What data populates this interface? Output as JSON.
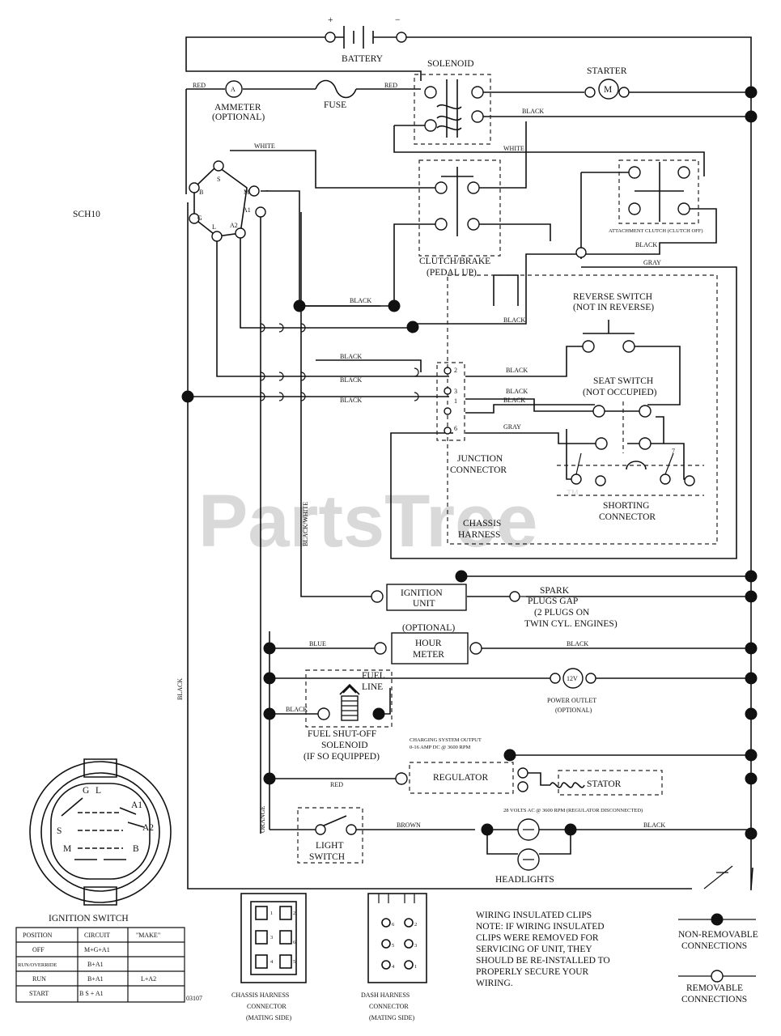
{
  "diagram_id": "SCH10",
  "watermark": "PartsTree",
  "watermark_tm": "TM",
  "battery": {
    "label": "BATTERY",
    "plus": "+",
    "minus": "−"
  },
  "solenoid": "SOLENOID",
  "starter": {
    "label": "STARTER",
    "mark": "M"
  },
  "ammeter": {
    "label": "AMMETER",
    "optional": "(OPTIONAL)",
    "mark": "A"
  },
  "fuse": "FUSE",
  "wire_red": "RED",
  "wire_white": "WHITE",
  "wire_black": "BLACK",
  "wire_gray": "GRAY",
  "wire_blue": "BLUE",
  "wire_orange": "ORANGE",
  "wire_brown": "BROWN",
  "wire_black_white": "BLACK/WHITE",
  "ignition_terminals": {
    "s": "S",
    "b": "B",
    "m": "M",
    "g": "G",
    "l": "L",
    "a1": "A1",
    "a2": "A2"
  },
  "clutch_brake": {
    "line1": "CLUTCH/BRAKE",
    "line2": "(PEDAL UP)"
  },
  "attachment_clutch": "ATTACHMENT CLUTCH (CLUTCH OFF)",
  "reverse_switch": {
    "line1": "REVERSE SWITCH",
    "line2": "(NOT IN REVERSE)"
  },
  "seat_switch": {
    "line1": "SEAT SWITCH",
    "line2": "(NOT OCCUPIED)"
  },
  "junction": {
    "line1": "JUNCTION",
    "line2": "CONNECTOR",
    "pins": [
      "2",
      "3",
      "1",
      "6"
    ]
  },
  "shorting": {
    "line1": "SHORTING",
    "line2": "CONNECTOR",
    "pin": "7"
  },
  "chassis_harness": {
    "line1": "CHASSIS",
    "line2": "HARNESS"
  },
  "ignition_unit": {
    "line1": "IGNITION",
    "line2": "UNIT"
  },
  "spark": {
    "line1": "SPARK",
    "line2": "PLUGS GAP",
    "line3": "(2 PLUGS ON",
    "line4": "TWIN CYL. ENGINES)"
  },
  "hour_meter": {
    "optional": "(OPTIONAL)",
    "line1": "HOUR",
    "line2": "METER"
  },
  "fuel_line": {
    "line1": "FUEL",
    "line2": "LINE"
  },
  "fuel_solenoid": {
    "line1": "FUEL SHUT-OFF",
    "line2": "SOLENOID",
    "line3": "(IF SO EQUIPPED)"
  },
  "power_outlet": {
    "mark": "12V",
    "line1": "POWER OUTLET",
    "line2": "(OPTIONAL)"
  },
  "charging": {
    "line1": "CHARGING SYSTEM OUTPUT",
    "line2": "0-16 AMP DC @ 3600 RPM"
  },
  "regulator": "REGULATOR",
  "stator": "STATOR",
  "stator_note": "28 VOLTS AC @ 3600 RPM (REGULATOR DISCONNECTED)",
  "light_switch": {
    "line1": "LIGHT",
    "line2": "SWITCH"
  },
  "headlights": "HEADLIGHTS",
  "ignition_switch": {
    "title": "IGNITION SWITCH",
    "face": {
      "g": "G",
      "l": "L",
      "a1": "A1",
      "a2": "A2",
      "s": "S",
      "m": "M",
      "b": "B"
    },
    "headers": [
      "POSITION",
      "CIRCUIT",
      "\"MAKE\""
    ],
    "rows": [
      [
        "OFF",
        "M+G+A1",
        ""
      ],
      [
        "RUN/OVERRIDE",
        "B+A1",
        ""
      ],
      [
        "RUN",
        "B+A1",
        "L+A2"
      ],
      [
        "START",
        "B  S + A1",
        ""
      ]
    ]
  },
  "drawing_number": "03107",
  "chassis_connector": {
    "line1": "CHASSIS HARNESS",
    "line2": "CONNECTOR",
    "line3": "(MATING SIDE)",
    "pins": [
      "1",
      "2",
      "3",
      "6",
      "4",
      "5"
    ]
  },
  "dash_connector": {
    "line1": "DASH HARNESS",
    "line2": "CONNECTOR",
    "line3": "(MATING SIDE)",
    "pins": [
      "6",
      "2",
      "5",
      "3",
      "4",
      "1"
    ]
  },
  "note": {
    "title": "WIRING INSULATED CLIPS",
    "lines": [
      "NOTE: IF WIRING INSULATED",
      "CLIPS WERE REMOVED FOR",
      "SERVICING OF UNIT, THEY",
      "SHOULD BE RE-INSTALLED TO",
      "PROPERLY SECURE YOUR",
      "WIRING."
    ]
  },
  "legend": {
    "non_removable": {
      "line1": "NON-REMOVABLE",
      "line2": "CONNECTIONS"
    },
    "removable": {
      "line1": "REMOVABLE",
      "line2": "CONNECTIONS"
    }
  }
}
